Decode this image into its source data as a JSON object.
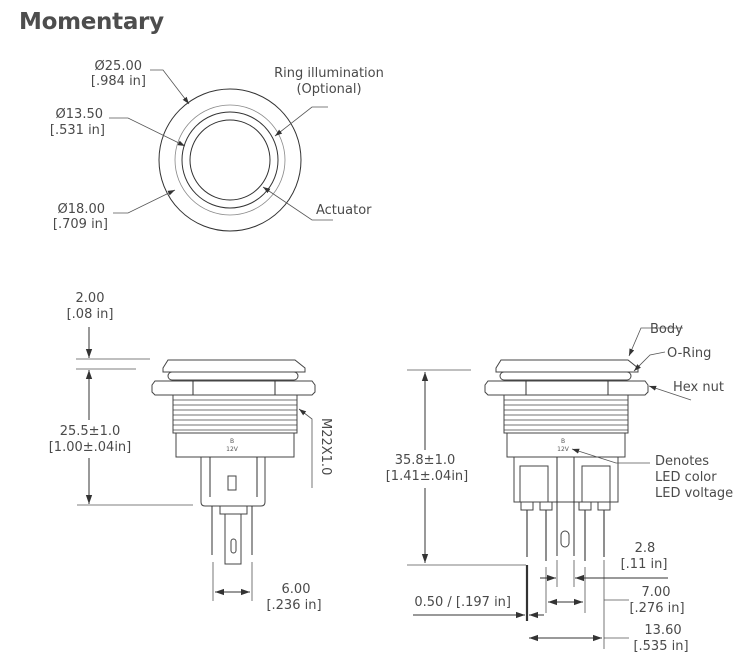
{
  "title": "Momentary",
  "top_view": {
    "outer_dia": {
      "mm": "Ø25.00",
      "in": "[.984 in]"
    },
    "inner_dia": {
      "mm": "Ø13.50",
      "in": "[.531 in]"
    },
    "mid_dia": {
      "mm": "Ø18.00",
      "in": "[.709 in]"
    },
    "ring_label_1": "Ring illumination",
    "ring_label_2": "(Optional)",
    "actuator_label": "Actuator"
  },
  "side_view_left": {
    "top_gap": {
      "mm": "2.00",
      "in": "[.08 in]"
    },
    "height": {
      "mm": "25.5±1.0",
      "in": "[1.00±.04in]"
    },
    "thread": "M22X1.0",
    "marking_color": "B",
    "marking_voltage": "12V",
    "pin_spacing": {
      "mm": "6.00",
      "in": "[.236 in]"
    }
  },
  "side_view_right": {
    "body_label": "Body",
    "oring_label": "O-Ring",
    "hexnut_label": "Hex nut",
    "height": {
      "mm": "35.8±1.0",
      "in": "[1.41±.04in]"
    },
    "marking_color": "B",
    "marking_voltage": "12V",
    "denotes": [
      "Denotes",
      "LED color",
      "LED voltage"
    ],
    "pin_width": {
      "mm": "2.8",
      "in": "[.11 in]"
    },
    "pin_thickness": "0.50 / [.197 in]",
    "inner_spacing": {
      "mm": "7.00",
      "in": "[.276 in]"
    },
    "outer_spacing": {
      "mm": "13.60",
      "in": "[.535 in]"
    }
  }
}
